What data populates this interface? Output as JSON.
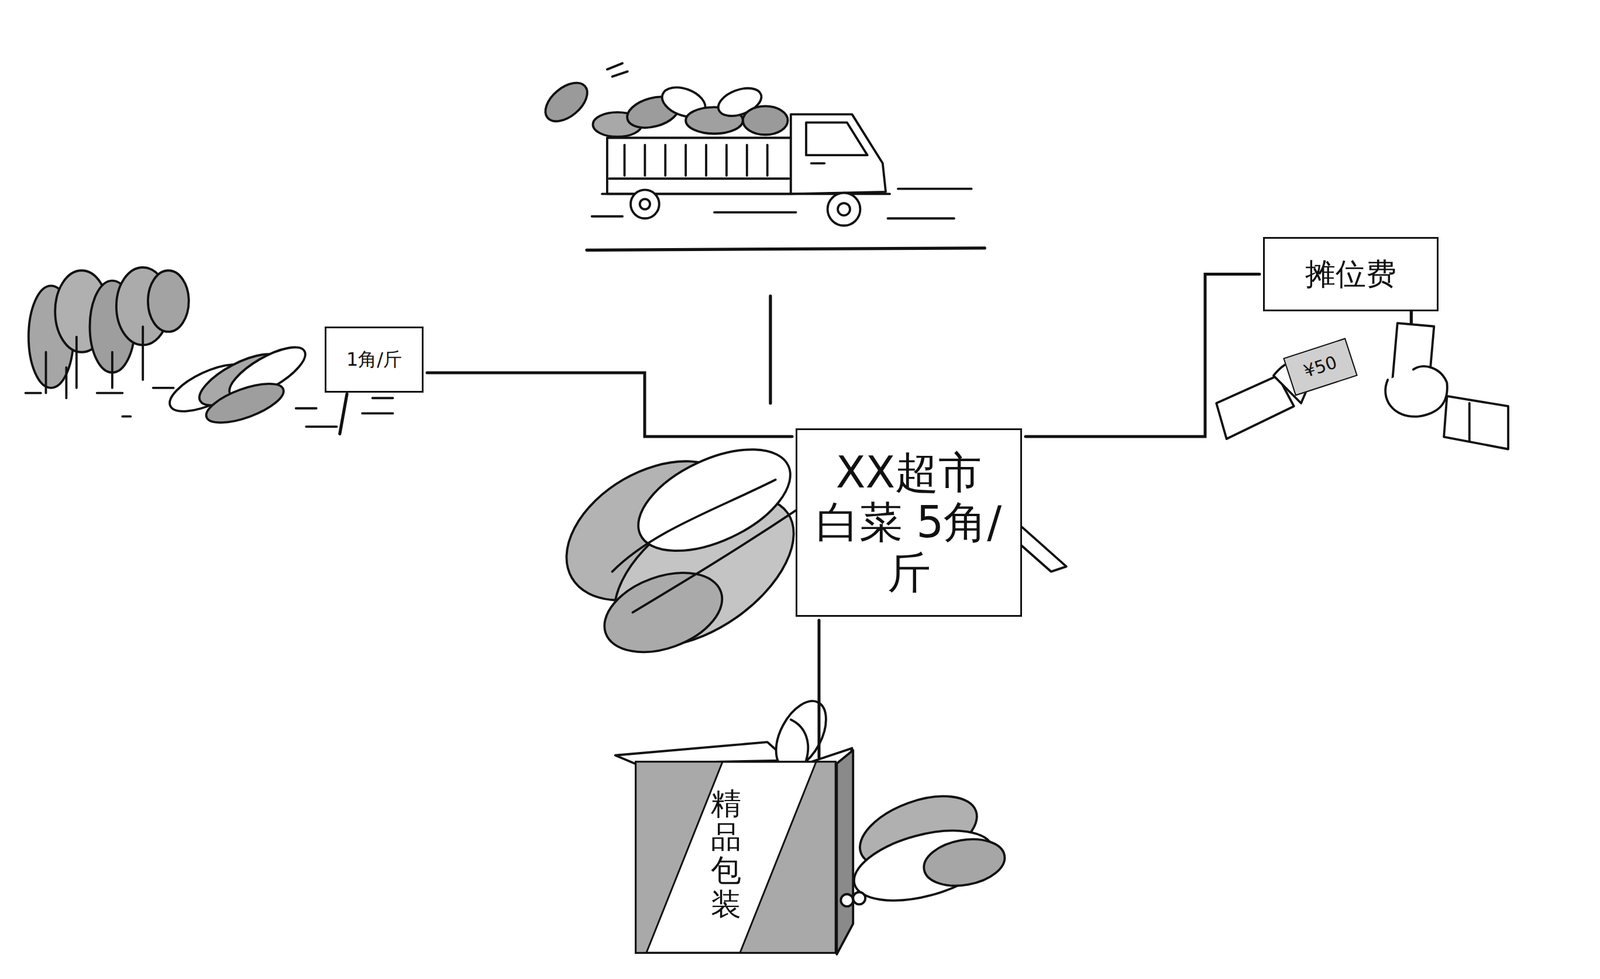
{
  "diagram": {
    "nodes": [
      {
        "text": [
          "摊位费"
        ]
      },
      {
        "text": [
          "¥50"
        ]
      },
      {
        "text": [
          "1角/斤"
        ]
      },
      {
        "text": [
          "XX超市 白菜 5角/斤"
        ]
      },
      {
        "text": [
          "精品包装"
        ]
      }
    ],
    "edges": [
      {
        "from": 3,
        "to": 2,
        "arrow": "none"
      },
      {
        "from": 3,
        "to": 0,
        "arrow": "none"
      },
      {
        "from": 3,
        "to": 4,
        "arrow": "none"
      }
    ]
  }
}
